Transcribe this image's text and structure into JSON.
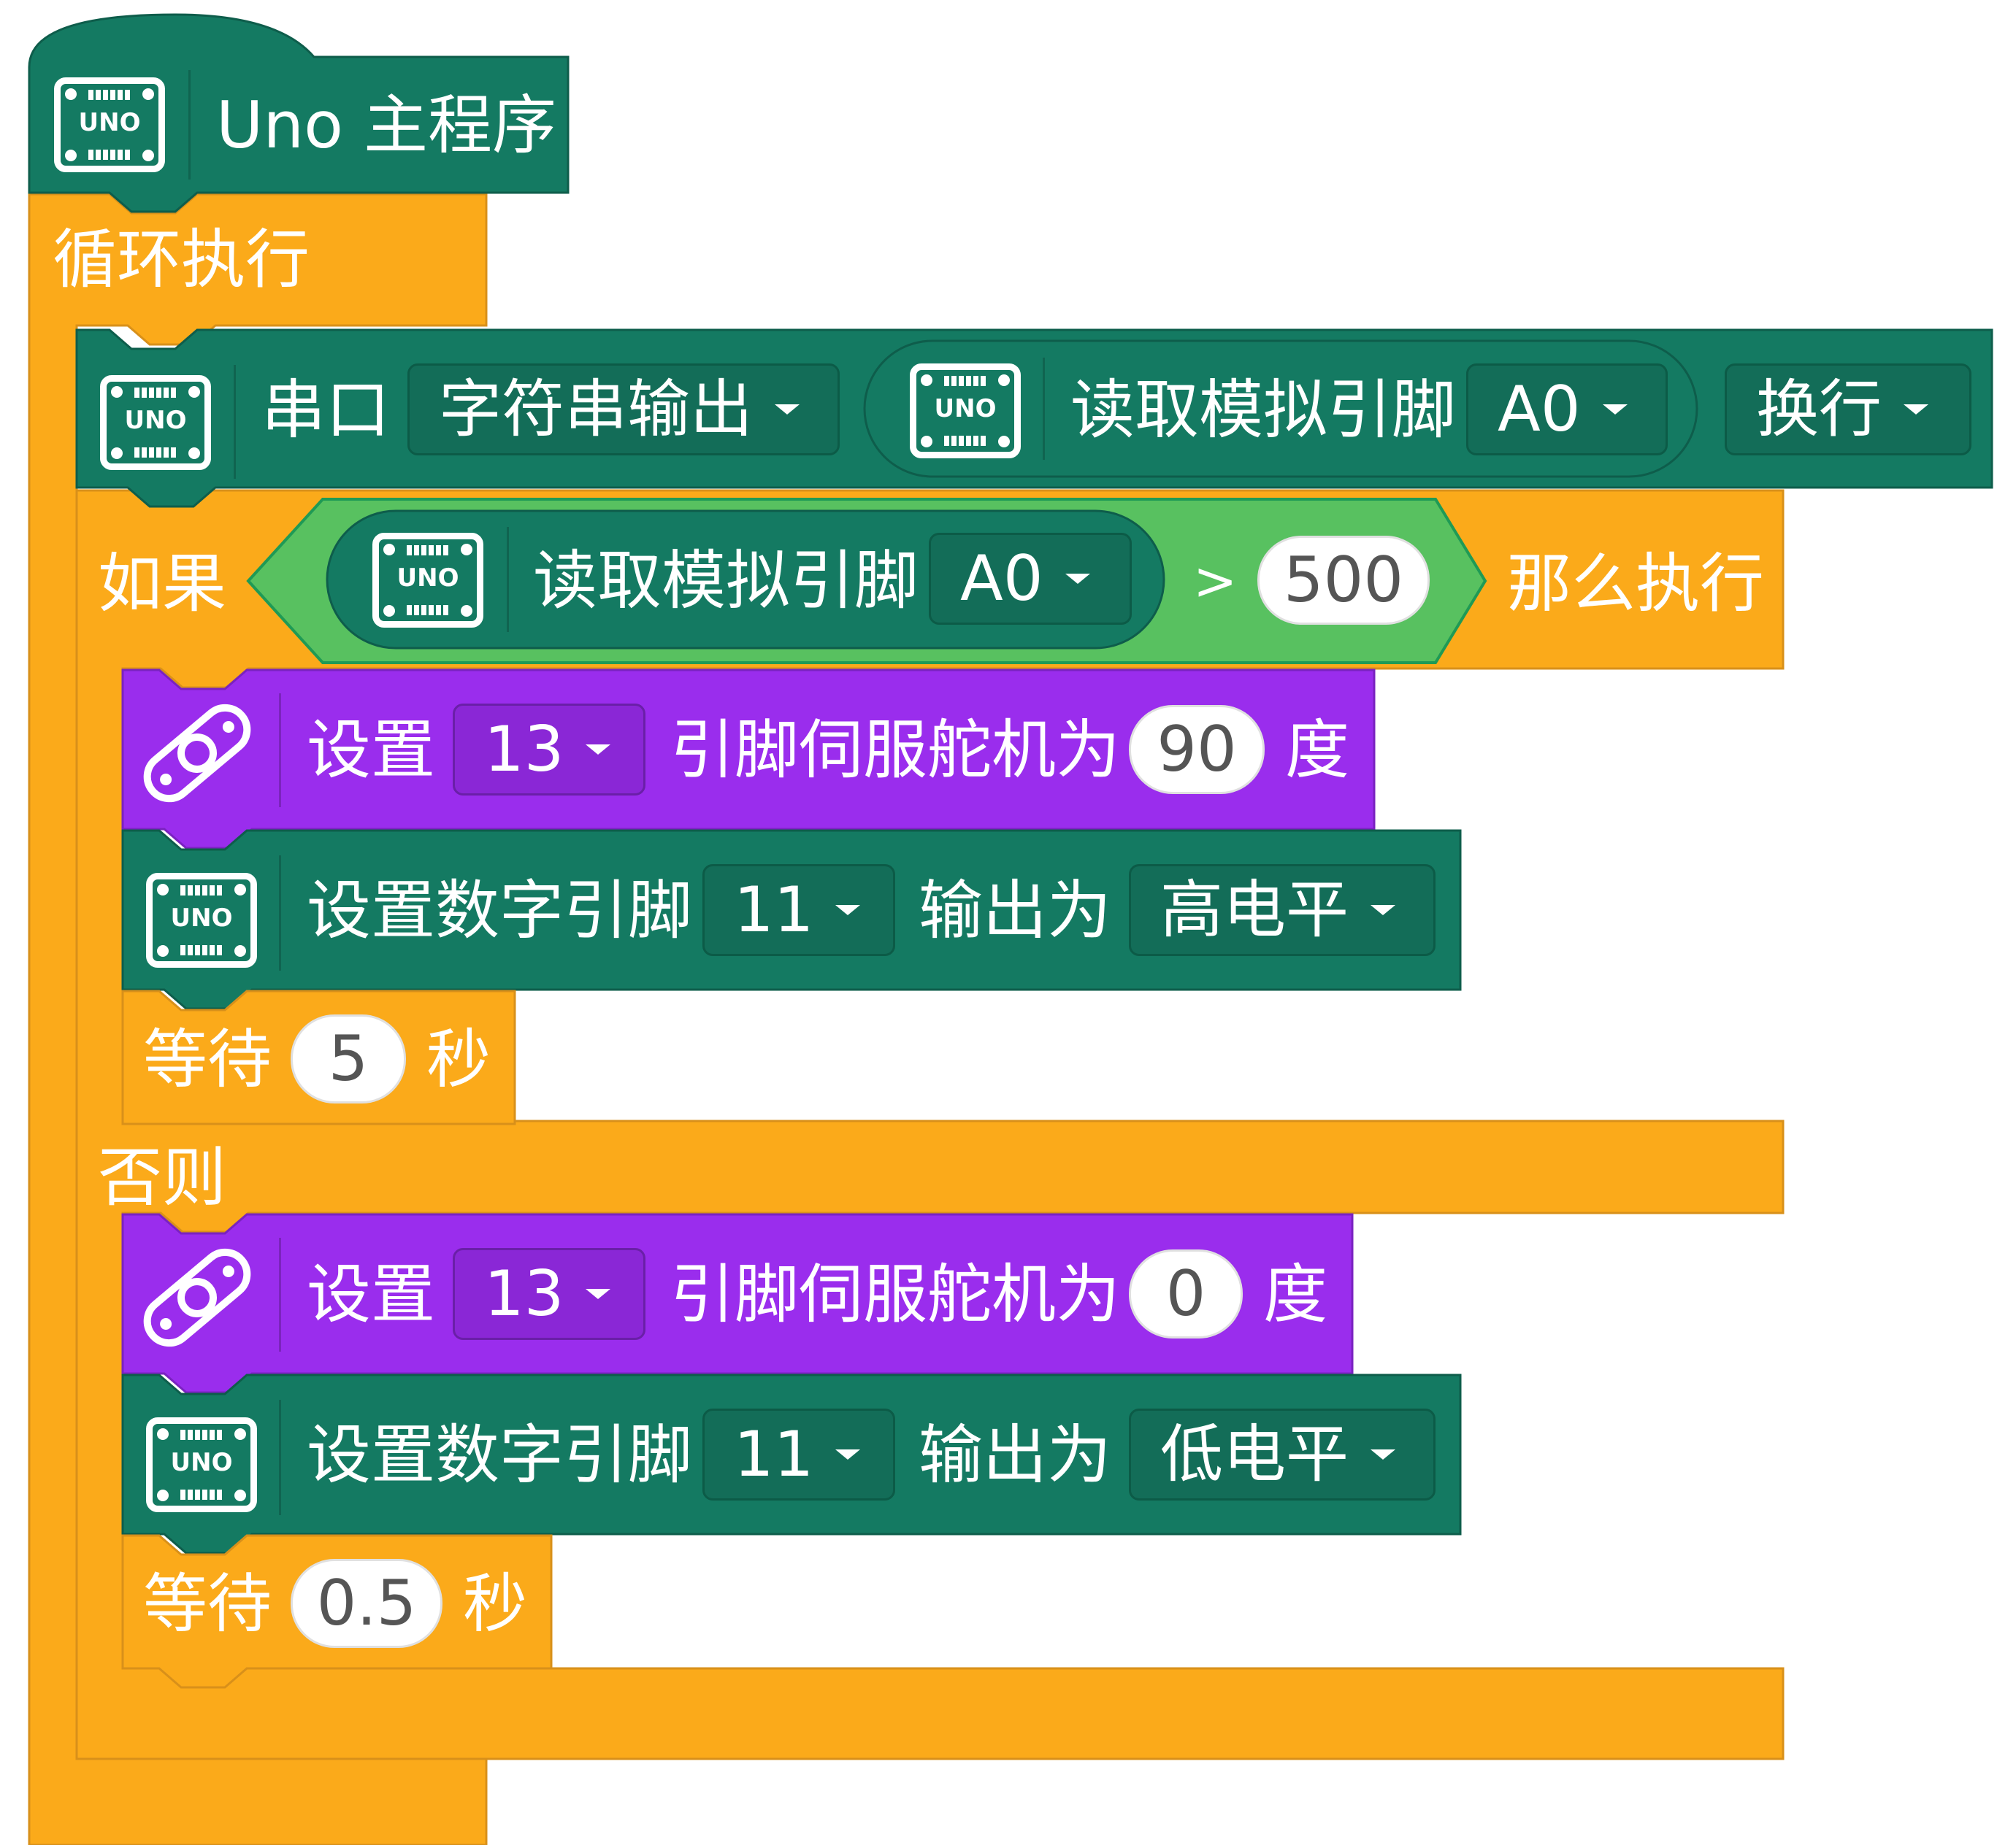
{
  "colors": {
    "control": "#fbaa1a",
    "uno": "#147a62",
    "uno_dark": "#0e5d4b",
    "servo": "#9a2ded",
    "logic": "#58c160",
    "logic_dark": "#1a8a50"
  },
  "icons": {
    "uno_label": "UNO",
    "servo": "servo-icon"
  },
  "program": {
    "hat_label": "Uno 主程序",
    "forever_label": "循环执行",
    "serial": {
      "label": "串口",
      "mode": "字符串输出",
      "read_label": "读取模拟引脚",
      "read_pin": "A0",
      "newline": "换行"
    },
    "if_block": {
      "if_label": "如果",
      "read_label": "读取模拟引脚",
      "read_pin": "A0",
      "operator": ">",
      "threshold": "500",
      "then_label": "那么执行",
      "else_label": "否则"
    },
    "then_servo": {
      "set": "设置",
      "pin": "13",
      "mid": "引脚伺服舵机为",
      "angle": "90",
      "unit": "度"
    },
    "then_digital": {
      "label": "设置数字引脚",
      "pin": "11",
      "mid": "输出为",
      "level": "高电平"
    },
    "then_wait": {
      "label": "等待",
      "value": "5",
      "unit": "秒"
    },
    "else_servo": {
      "set": "设置",
      "pin": "13",
      "mid": "引脚伺服舵机为",
      "angle": "0",
      "unit": "度"
    },
    "else_digital": {
      "label": "设置数字引脚",
      "pin": "11",
      "mid": "输出为",
      "level": "低电平"
    },
    "else_wait": {
      "label": "等待",
      "value": "0.5",
      "unit": "秒"
    }
  }
}
